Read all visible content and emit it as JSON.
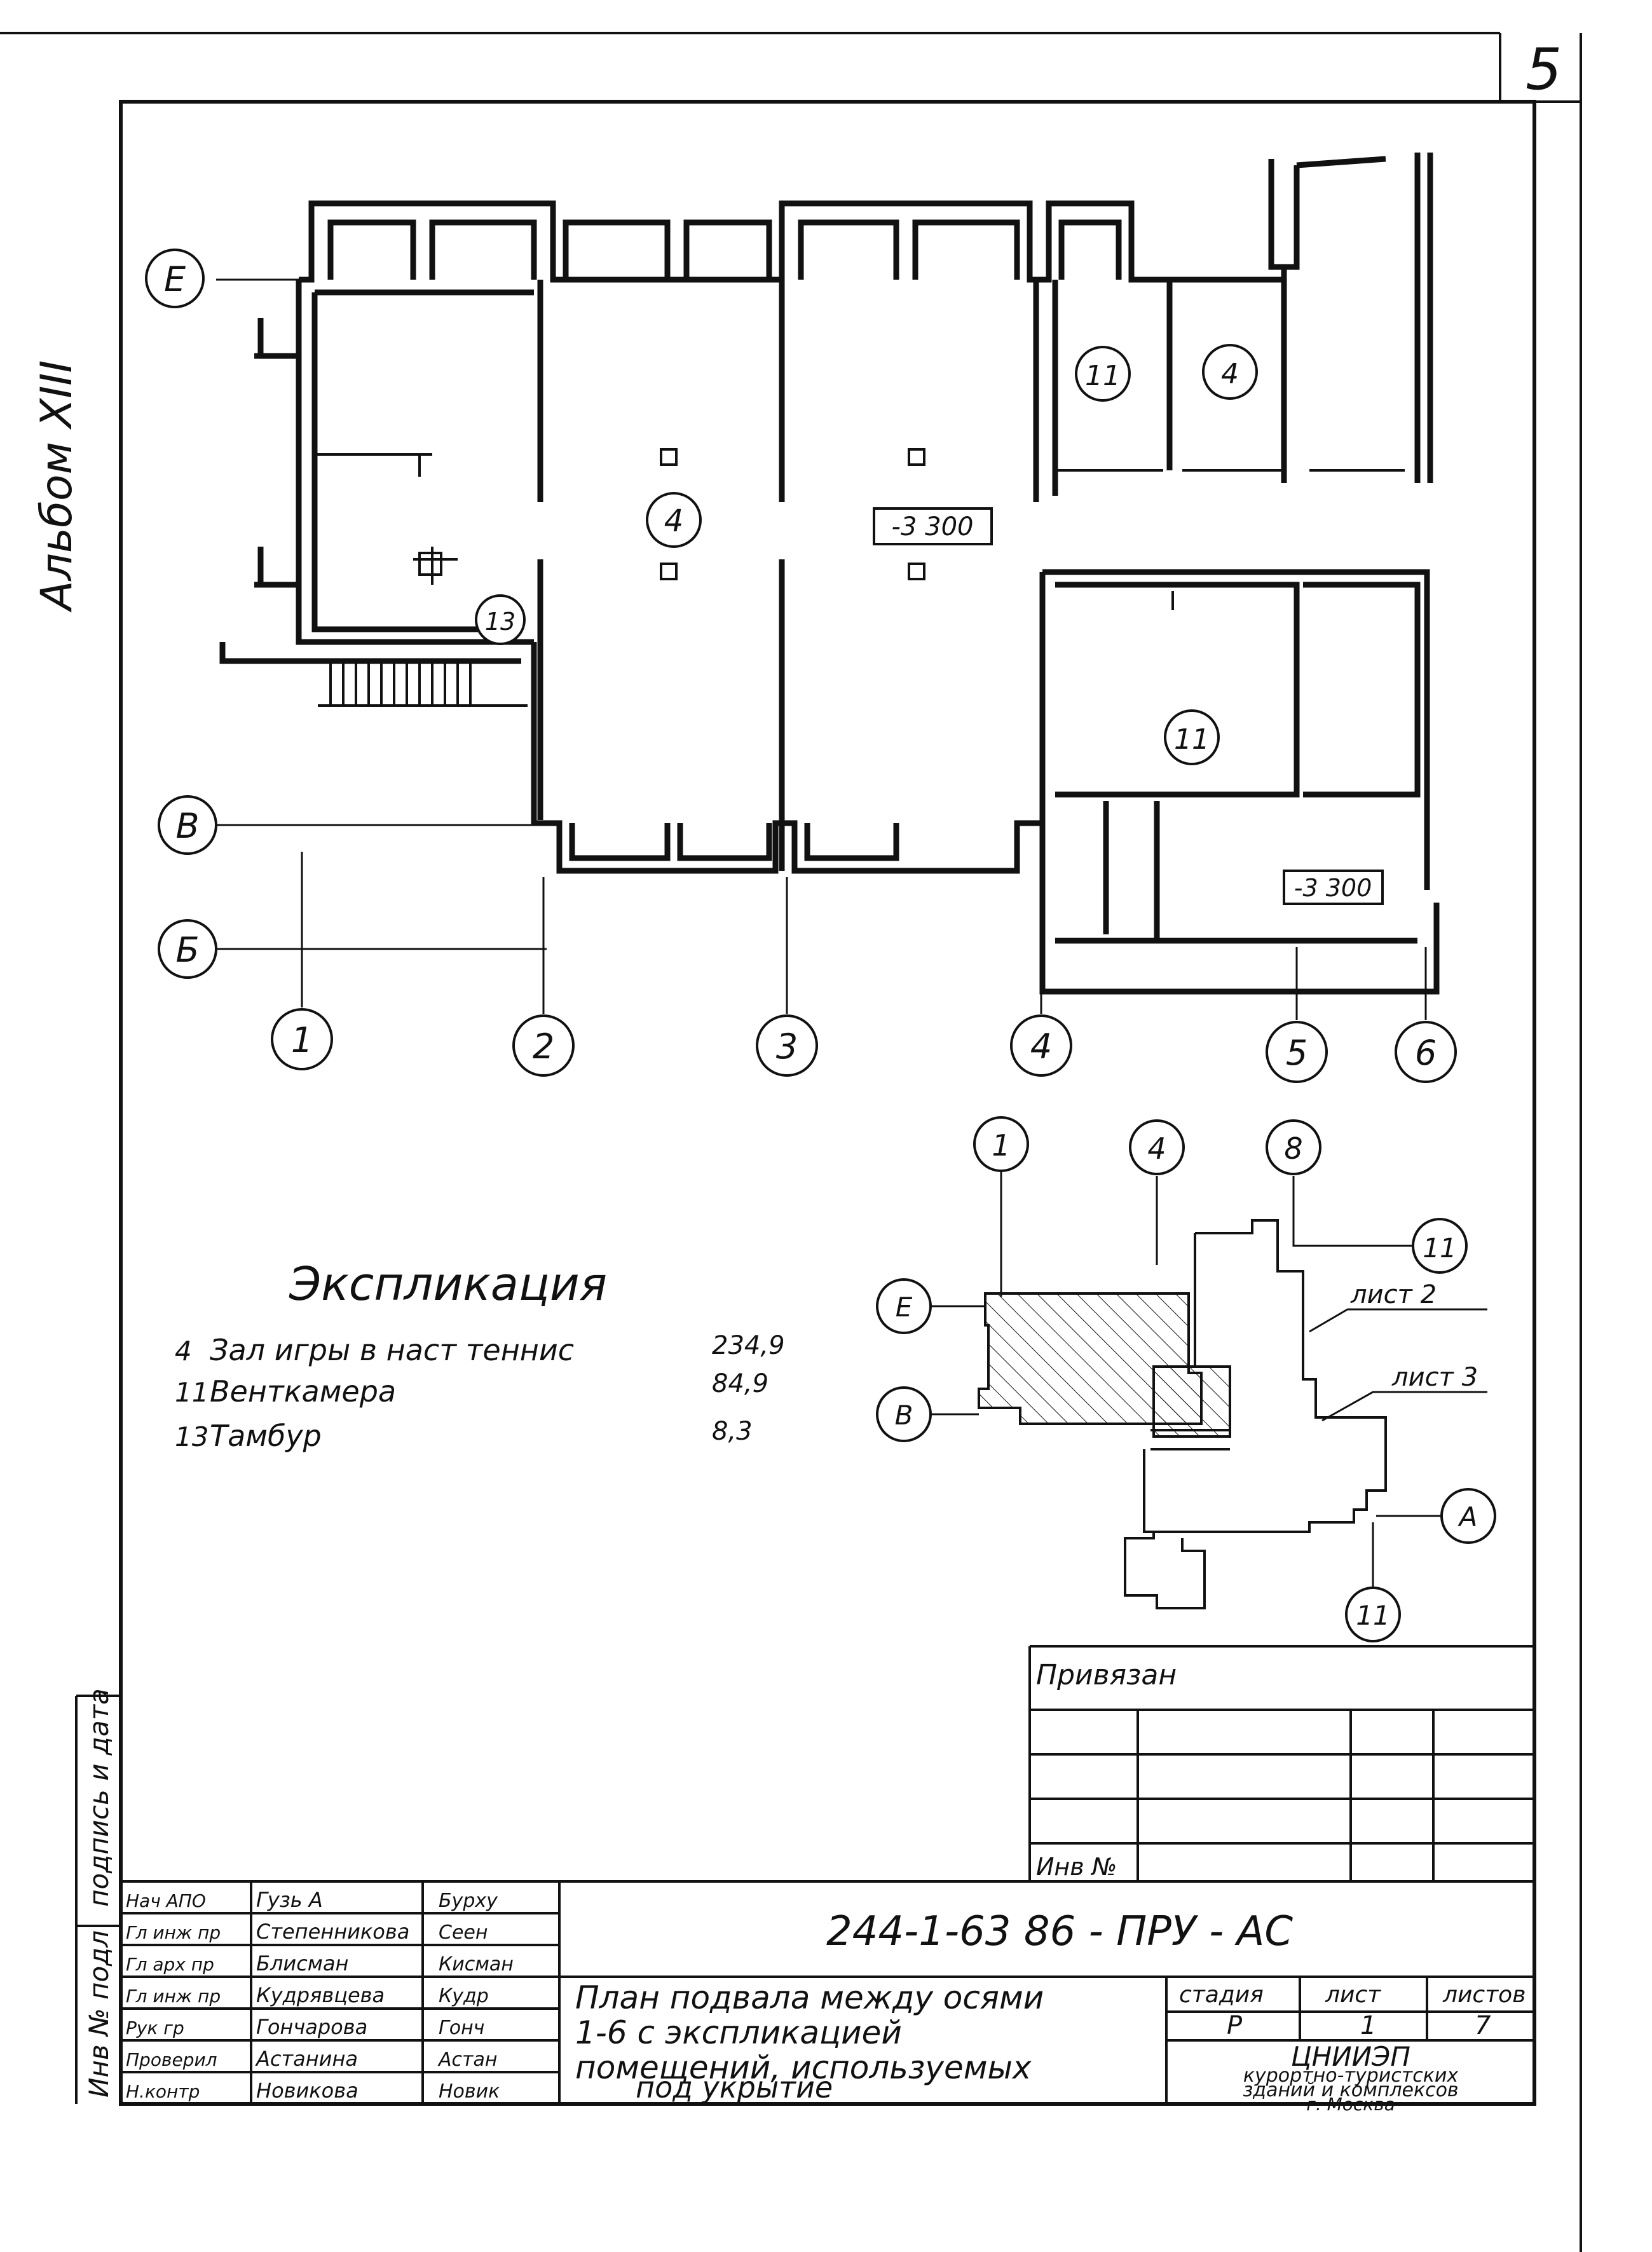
{
  "sheet_number": "5",
  "album_label": "Альбом XIII",
  "plan": {
    "axis_letters": [
      "Е",
      "В",
      "Б"
    ],
    "axis_numbers": [
      "1",
      "2",
      "3",
      "4",
      "5",
      "6"
    ],
    "room_tags": [
      "4",
      "11",
      "4",
      "11",
      "13"
    ],
    "level_marks": [
      "-3 300",
      "-3 300"
    ]
  },
  "explication": {
    "title": "Экспликация",
    "rows": [
      {
        "num": "4",
        "name": "Зал игры в наст теннис",
        "area": "234,9"
      },
      {
        "num": "11",
        "name": "Венткамера",
        "area": "84,9"
      },
      {
        "num": "13",
        "name": "Тамбур",
        "area": "8,3"
      }
    ]
  },
  "key_plan": {
    "axis_tags": [
      "1",
      "4",
      "8",
      "11",
      "Е",
      "В",
      "А",
      "11"
    ],
    "sheet_labels": [
      "лист 2",
      "лист 3"
    ]
  },
  "stamp": {
    "privyazan_label": "Привязан",
    "inv_label": "Инв №",
    "code": "244-1-63 86 - ПРУ - АС",
    "roles": [
      {
        "role": "Нач АПО",
        "name": "Гузь А",
        "sign": "Бурху"
      },
      {
        "role": "Гл инж пр",
        "name": "Степенникова",
        "sign": "Сеен"
      },
      {
        "role": "Гл арх пр",
        "name": "Блисман",
        "sign": "Кисман"
      },
      {
        "role": "Гл инж пр",
        "name": "Кудрявцева",
        "sign": "Кудр"
      },
      {
        "role": "Рук гр",
        "name": "Гончарова",
        "sign": "Гонч"
      },
      {
        "role": "Проверил",
        "name": "Астанина",
        "sign": "Астан"
      },
      {
        "role": "Н.контр",
        "name": "Новикова",
        "sign": "Новик"
      }
    ],
    "description_lines": [
      "План подвала между осями",
      "1-6  с экспликацией",
      "помещений, используемых",
      "под  укрытие"
    ],
    "stage_header": "стадия",
    "sheet_header": "лист",
    "sheets_header": "листов",
    "stage_value": "Р",
    "sheet_value": "1",
    "sheets_value": "7",
    "org_lines": [
      "ЦНИИЭП",
      "курортно-туристских",
      "зданий и комплексов",
      "г. Москва"
    ]
  },
  "side_labels": {
    "inv_original": "Инв № подл",
    "signature_date": "подпись и дата"
  }
}
